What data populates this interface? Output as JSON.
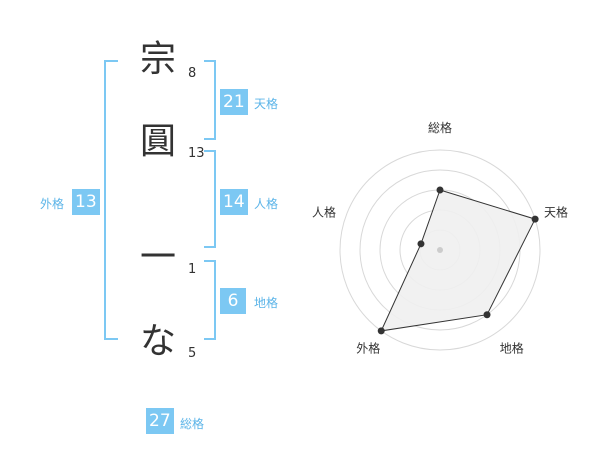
{
  "name": {
    "chars": [
      {
        "char": "宗",
        "strokes": "8"
      },
      {
        "char": "圓",
        "strokes": "13"
      },
      {
        "char": "一",
        "strokes": "1"
      },
      {
        "char": "な",
        "strokes": "5"
      }
    ]
  },
  "kakusu": {
    "tenkaku": {
      "value": "21",
      "label": "天格"
    },
    "jinkaku": {
      "value": "14",
      "label": "人格"
    },
    "chikaku": {
      "value": "6",
      "label": "地格"
    },
    "gaikaku": {
      "value": "13",
      "label": "外格"
    },
    "soukaku": {
      "value": "27",
      "label": "総格"
    }
  },
  "colors": {
    "accent": "#7cc8f3",
    "label": "#5bb4e8"
  },
  "chart_data": {
    "type": "radar",
    "axes": [
      "総格",
      "天格",
      "地格",
      "外格",
      "人格"
    ],
    "values": [
      3,
      5,
      4,
      5,
      1
    ],
    "max": 5,
    "rings": 5
  }
}
